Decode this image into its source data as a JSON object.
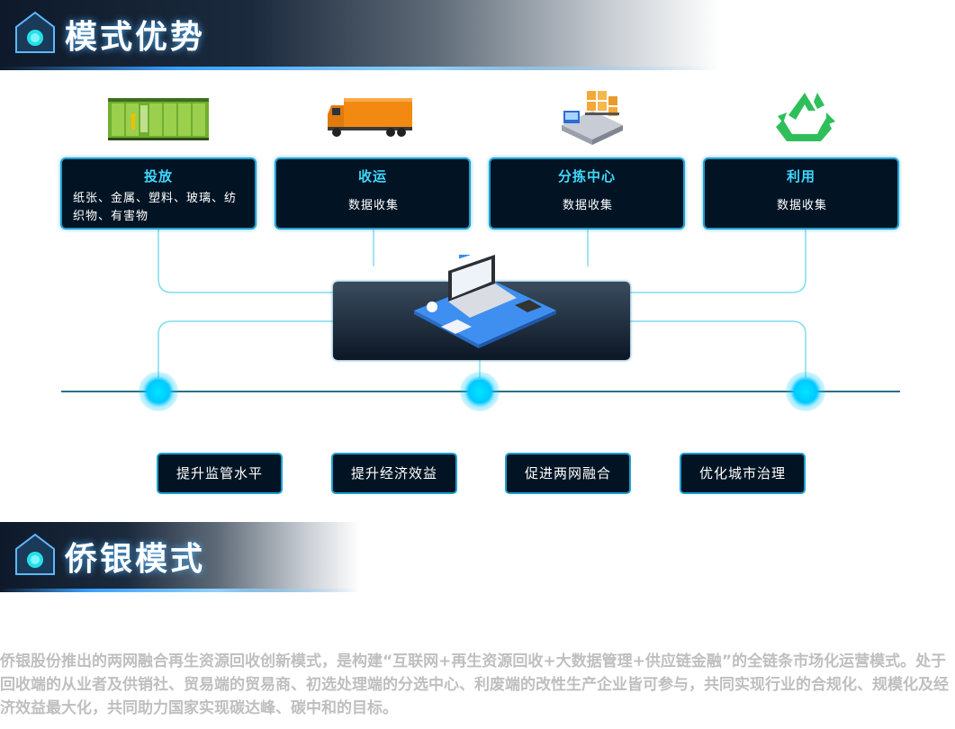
{
  "sections": {
    "mode_advantage_title": "模式优势",
    "qiaoyin_mode_title": "侨银模式"
  },
  "categories": [
    {
      "title": "投放",
      "desc": "纸张、金属、塑料、玻璃、纺织物、有害物"
    },
    {
      "title": "收运",
      "desc": "数据收集"
    },
    {
      "title": "分拣中心",
      "desc": "数据收集"
    },
    {
      "title": "利用",
      "desc": "数据收集"
    }
  ],
  "benefits": [
    "提升监管水平",
    "提升经济效益",
    "促进两网融合",
    "优化城市治理"
  ],
  "description": "侨银股份推出的两网融合再生资源回收创新模式，是构建“互联网+再生资源回收+大数据管理+供应链金融”的全链条市场化运营模式。处于回收端的从业者及供销社、贸易端的贸易商、初选处理端的分选中心、利废端的改性生产企业皆可参与，共同实现行业的合规化、规模化及经济效益最大化，共同助力国家实现碳达峰、碳中和的目标。",
  "colors": {
    "accent": "#3fd8ff",
    "box_border": "#1e9fd0",
    "box_bg": "#021424",
    "line": "#7fdcf0",
    "paragraph_text": "#bfbfbf"
  },
  "icons": [
    "house-icon",
    "smart-bin-icon",
    "truck-icon",
    "warehouse-icon",
    "recycle-icon",
    "laptop-icon"
  ]
}
